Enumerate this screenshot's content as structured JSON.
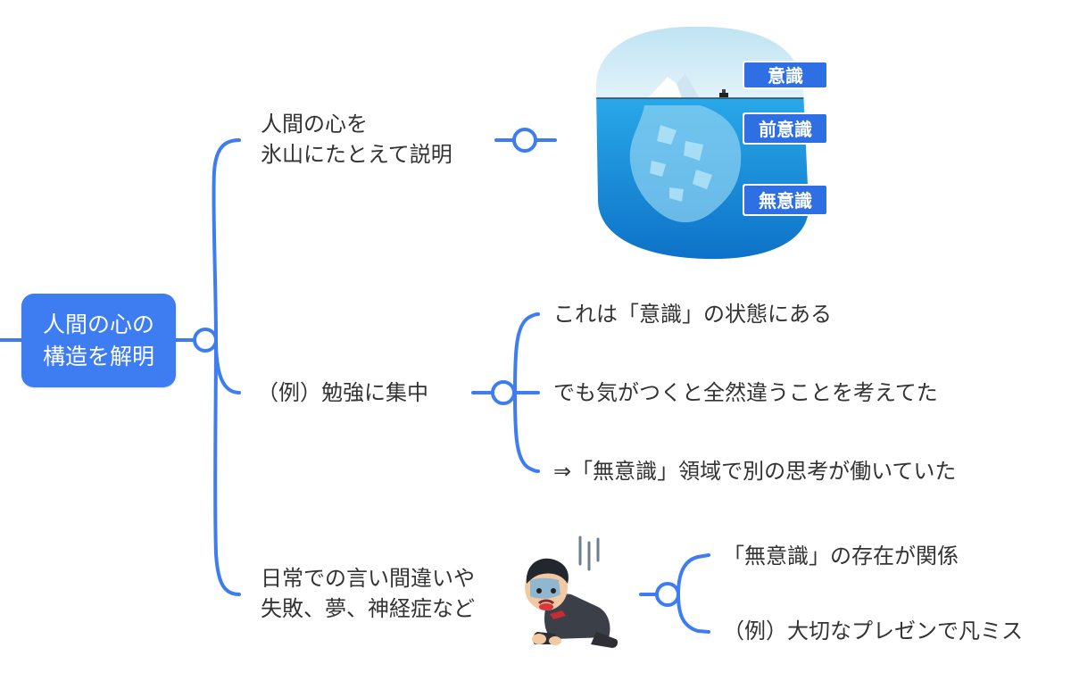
{
  "root": {
    "line1": "人間の心の",
    "line2": "構造を解明"
  },
  "branches": [
    {
      "line1": "人間の心を",
      "line2": "氷山にたとえて説明",
      "image": {
        "labels": [
          "意識",
          "前意識",
          "無意識"
        ]
      }
    },
    {
      "label": "（例）勉強に集中",
      "children": [
        "これは「意識」の状態にある",
        "でも気がつくと全然違うことを考えてた",
        "⇒「無意識」領域で別の思考が働いていた"
      ]
    },
    {
      "line1": "日常での言い間違いや",
      "line2": "失敗、夢、神経症など",
      "children": [
        "「無意識」の存在が関係",
        "（例）大切なプレゼンで凡ミス"
      ]
    }
  ],
  "colors": {
    "accent": "#3d7cf1",
    "line": "#3d7cf1",
    "text": "#333333"
  }
}
